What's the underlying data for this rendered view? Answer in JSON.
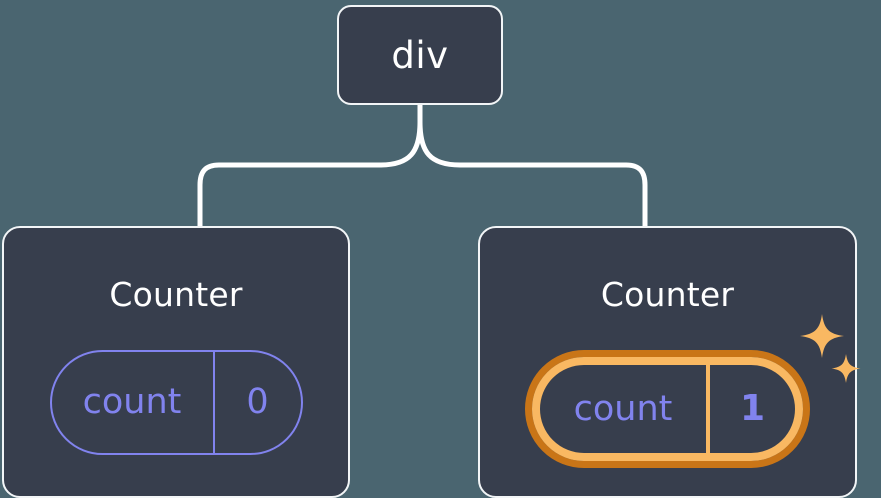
{
  "diagram": {
    "type": "component-tree",
    "background_color": "#4a6570",
    "node_fill_color": "#373e4d",
    "node_border_color": "#f2f5f7",
    "connector_color": "#ffffff",
    "state_color": "#8183ee",
    "highlight_outer_color": "#c97517",
    "highlight_inner_color": "#f9b862",
    "title_color": "#ffffff"
  },
  "root": {
    "label": "div"
  },
  "children": [
    {
      "title": "Counter",
      "state": {
        "key": "count",
        "value": "0"
      },
      "highlighted": false
    },
    {
      "title": "Counter",
      "state": {
        "key": "count",
        "value": "1"
      },
      "highlighted": true
    }
  ],
  "sparkles": {
    "icon_large": "sparkle-star-large",
    "icon_small": "sparkle-star-small",
    "color": "#f9b862"
  }
}
